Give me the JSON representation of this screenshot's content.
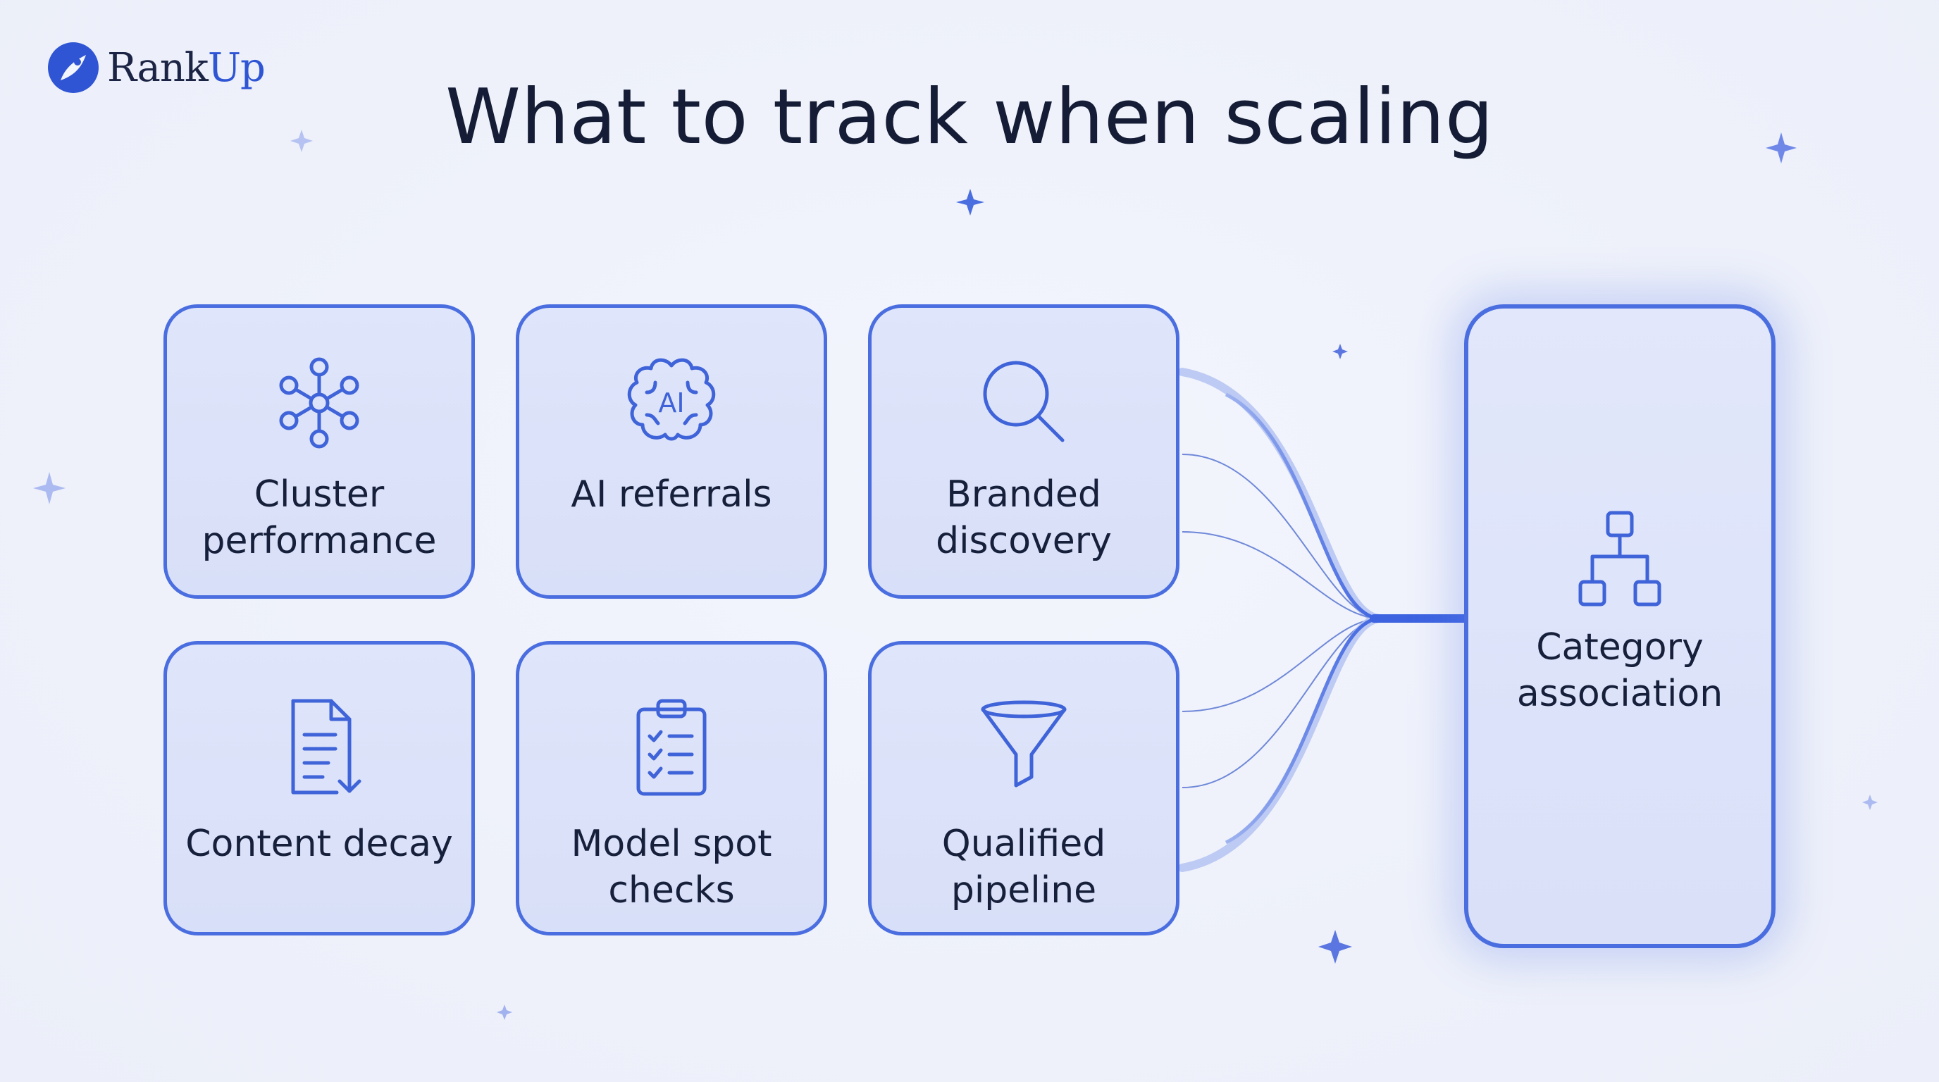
{
  "brand": {
    "name_part1": "Rank",
    "name_part2": "Up"
  },
  "title": "What to track when scaling",
  "cards": [
    {
      "label": "Cluster performance",
      "icon": "network-icon"
    },
    {
      "label": "AI referrals",
      "icon": "ai-brain-icon",
      "icon_text": "AI"
    },
    {
      "label": "Branded discovery",
      "icon": "search-icon"
    },
    {
      "label": "Content decay",
      "icon": "document-down-icon"
    },
    {
      "label": "Model spot checks",
      "icon": "clipboard-checklist-icon"
    },
    {
      "label": "Qualified pipeline",
      "icon": "funnel-icon"
    }
  ],
  "target": {
    "label": "Category association",
    "icon": "hierarchy-icon"
  },
  "colors": {
    "accent": "#4a6ee0",
    "card_fill": "#dbe2f9",
    "background": "#eef1fa",
    "text": "#16203a"
  }
}
